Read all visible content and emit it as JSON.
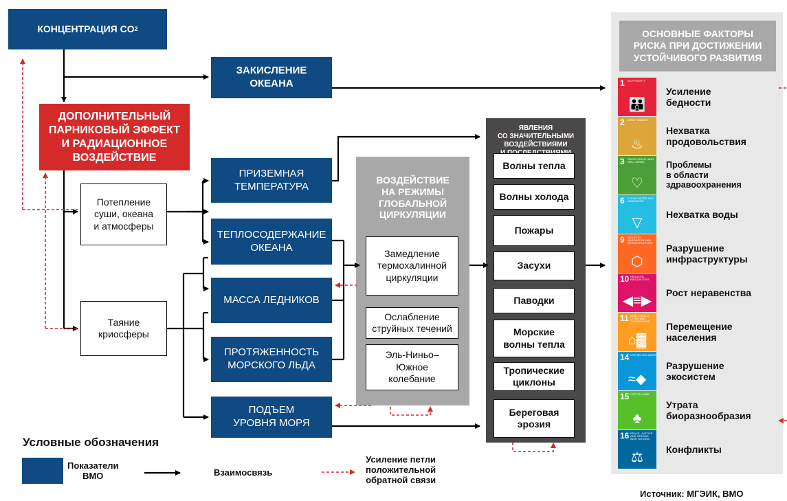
{
  "boxes": {
    "co2_main": "КОНЦЕНТРАЦИЯ  CO",
    "co2_sub": "2",
    "acid": "ЗАКИСЛЕНИЕ\nОКЕАНА",
    "greenhouse": "ДОПОЛНИТЕЛЬНЫЙ\nПАРНИКОВЫЙ ЭФФЕКТ\nИ РАДИАЦИОННОЕ\nВОЗДЕЙСТВИЕ",
    "warming": "Потепление\nсуши, океана\nи атмосферы",
    "melting": "Таяние\nкриосферы",
    "surface_temp": "ПРИЗЕМНАЯ\nТЕМПЕРАТУРА",
    "ocean_heat": "ТЕПЛОСОДЕРЖАНИЕ\nОКЕАНА",
    "glacier_mass": "МАССА ЛЕДНИКОВ",
    "sea_ice": "ПРОТЯЖЕННОСТЬ\nМОРСКОГО ЛЬДА",
    "sea_level": "ПОДЪЕМ\nУРОВНЯ МОРЯ"
  },
  "circulation": {
    "title": "ВОЗДЕЙСТВИЕ\nНА РЕЖИМЫ\nГЛОБАЛЬНОЙ\nЦИРКУЛЯЦИИ",
    "items": [
      "Замедление\nтермохалинной\nциркуляции",
      "Ослабление\nструйных течений",
      "Эль-Ниньо–\nЮжное\nколебание"
    ]
  },
  "events": {
    "title": "ЯВЛЕНИЯ\nСО ЗНАЧИТЕЛЬНЫМИ\nВОЗДЕЙСТВИЯМИ\nИ ПОСЛЕДСТВИЯМИ",
    "items": [
      "Волны тепла",
      "Волны холода",
      "Пожары",
      "Засухи",
      "Паводки",
      "Морские\nволны тепла",
      "Тропические\nциклоны",
      "Береговая\nэрозия"
    ]
  },
  "sdg": {
    "title": "ОСНОВНЫЕ ФАКТОРЫ\nРИСКА ПРИ ДОСТИЖЕНИИ\nУСТОЙЧИВОГО РАЗВИТИЯ",
    "items": [
      {
        "num": "1",
        "sub": "NO POVERTY",
        "label": "Усиление\nбедности",
        "color": "#e5243b",
        "icon": "people-icon"
      },
      {
        "num": "2",
        "sub": "ZERO HUNGER",
        "label": "Нехватка\nпродовольствия",
        "color": "#dda63a",
        "icon": "bowl-icon"
      },
      {
        "num": "3",
        "sub": "GOOD HEALTH AND WELL-BEING",
        "label": "Проблемы\nв области\nздравоохранения",
        "color": "#4c9f38",
        "icon": "heartbeat-icon"
      },
      {
        "num": "6",
        "sub": "CLEAN WATER AND SANITATION",
        "label": "Нехватка воды",
        "color": "#26bde2",
        "icon": "water-glass-icon"
      },
      {
        "num": "9",
        "sub": "INDUSTRY, INNOVATION AND INFRASTRUCTURE",
        "label": "Разрушение\nинфраструктуры",
        "color": "#fd6925",
        "icon": "cubes-icon"
      },
      {
        "num": "10",
        "sub": "REDUCED INEQUALITIES",
        "label": "Рост неравенства",
        "color": "#dd1367",
        "icon": "equality-icon"
      },
      {
        "num": "11",
        "sub": "SUSTAINABLE CITIES AND COMMUNITIES",
        "label": "Перемещение\nнаселения",
        "color": "#fd9d24",
        "icon": "city-icon"
      },
      {
        "num": "14",
        "sub": "LIFE BELOW WATER",
        "label": "Разрушение\nэкосистем",
        "color": "#0a97d9",
        "icon": "fish-icon"
      },
      {
        "num": "15",
        "sub": "LIFE ON LAND",
        "label": "Утрата\nбиоразнообразия",
        "color": "#56c02b",
        "icon": "tree-icon"
      },
      {
        "num": "16",
        "sub": "PEACE, JUSTICE AND STRONG INSTITUTIONS",
        "label": "Конфликты",
        "color": "#00689d",
        "icon": "dove-icon"
      }
    ]
  },
  "legend": {
    "title": "Условные обозначения",
    "indicators": "Показатели\nВМО",
    "relation": "Взаимосвязь",
    "feedback": "Усиление петли\nположительной\nобратной связи"
  },
  "source": "Источник: МГЭИК, ВМО",
  "colors": {
    "wmo_blue": "#0f4a82",
    "forcing_red": "#d42a2a",
    "feedback_red": "#d42a2a",
    "arrow": "#000000"
  }
}
